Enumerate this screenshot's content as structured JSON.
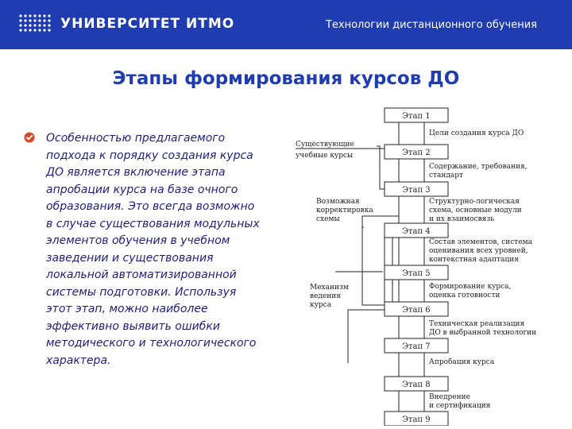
{
  "header": {
    "logo_text": "УНИВЕРСИТЕТ ИТМО",
    "title": "Технологии дистанционного обучения",
    "background": "#1f3cb0"
  },
  "slide": {
    "title": "Этапы формирования курсов ДО",
    "bullet_icon": "check-circle-icon",
    "bullet_color": "#d9482b",
    "bullet_text": "Особенностью предлагаемого подхода к порядку создания курса ДО является включение этапа апробации курса на базе очного образования. Это всегда возможно в случае существования модульных элементов обучения в учебном заведении и существования локальной автоматизированной системы подготовки. Используя этот этап, можно наиболее эффективно выявить ошибки методического и технологического характера."
  },
  "diagram": {
    "stages": [
      "Этап 1",
      "Этап 2",
      "Этап 3",
      "Этап 4",
      "Этап 5",
      "Этап 6",
      "Этап 7",
      "Этап 8",
      "Этап 9"
    ],
    "descriptions": [
      [
        "Цели создания курса ДО"
      ],
      [
        "Содержание, требования,",
        "стандарт"
      ],
      [
        "Структурно-логическая",
        "схема, основные модули",
        "и их взаимосвязь"
      ],
      [
        "Состав элементов, система",
        "оценивания всех уровней,",
        "контекстная адаптация"
      ],
      [
        "Формирование курса,",
        "оценка готовности"
      ],
      [
        "Техническая реализация",
        "ДО в выбранной технологии"
      ],
      [
        "Апробация курса"
      ],
      [
        "Внедрение",
        "и сертификация"
      ]
    ],
    "left_labels": [
      [
        "Существующие",
        "учебные курсы"
      ],
      [
        "Возможная",
        "корректировка",
        "схемы"
      ],
      [
        "Механизм",
        "ведения",
        "курса"
      ]
    ]
  }
}
